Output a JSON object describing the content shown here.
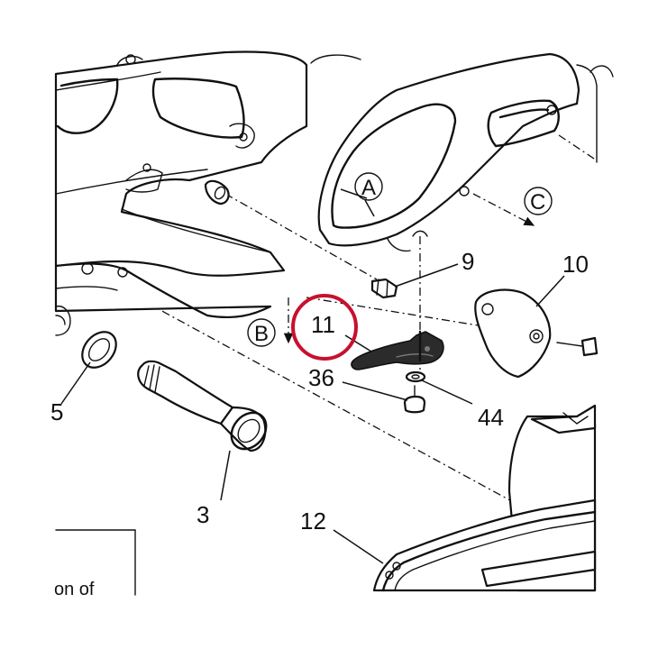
{
  "diagram": {
    "callouts": [
      {
        "id": "part-9",
        "label": "9"
      },
      {
        "id": "part-10",
        "label": "10"
      },
      {
        "id": "part-11",
        "label": "11"
      },
      {
        "id": "part-36",
        "label": "36"
      },
      {
        "id": "part-44",
        "label": "44"
      },
      {
        "id": "part-3",
        "label": "3"
      },
      {
        "id": "part-5",
        "label": "5"
      },
      {
        "id": "part-12",
        "label": "12"
      }
    ],
    "view_markers": [
      {
        "id": "view-a",
        "label": "A"
      },
      {
        "id": "view-b",
        "label": "B"
      },
      {
        "id": "view-c",
        "label": "C"
      }
    ],
    "highlight": {
      "target": "11",
      "color": "#c8102e"
    },
    "legend_fragment": "on of"
  }
}
